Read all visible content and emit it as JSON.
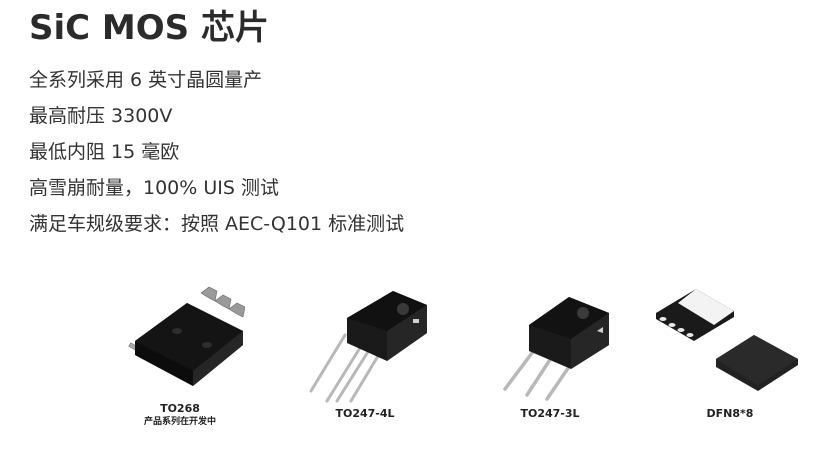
{
  "title": "SiC MOS 芯片",
  "features": [
    "全系列采用 6 英寸晶圆量产",
    "最高耐压 3300V",
    "最低内阻 15 毫欧",
    "高雪崩耐量，100% UIS 测试",
    "满足车规级要求：按照 AEC-Q101 标准测试"
  ],
  "products": [
    {
      "label": "TO268",
      "sublabel": "产品系列在开发中",
      "icon": "to268-package-icon"
    },
    {
      "label": "TO247-4L",
      "icon": "to247-4l-package-icon"
    },
    {
      "label": "TO247-3L",
      "icon": "to247-3l-package-icon"
    },
    {
      "label": "DFN8*8",
      "icon": "dfn8x8-package-icon"
    }
  ]
}
